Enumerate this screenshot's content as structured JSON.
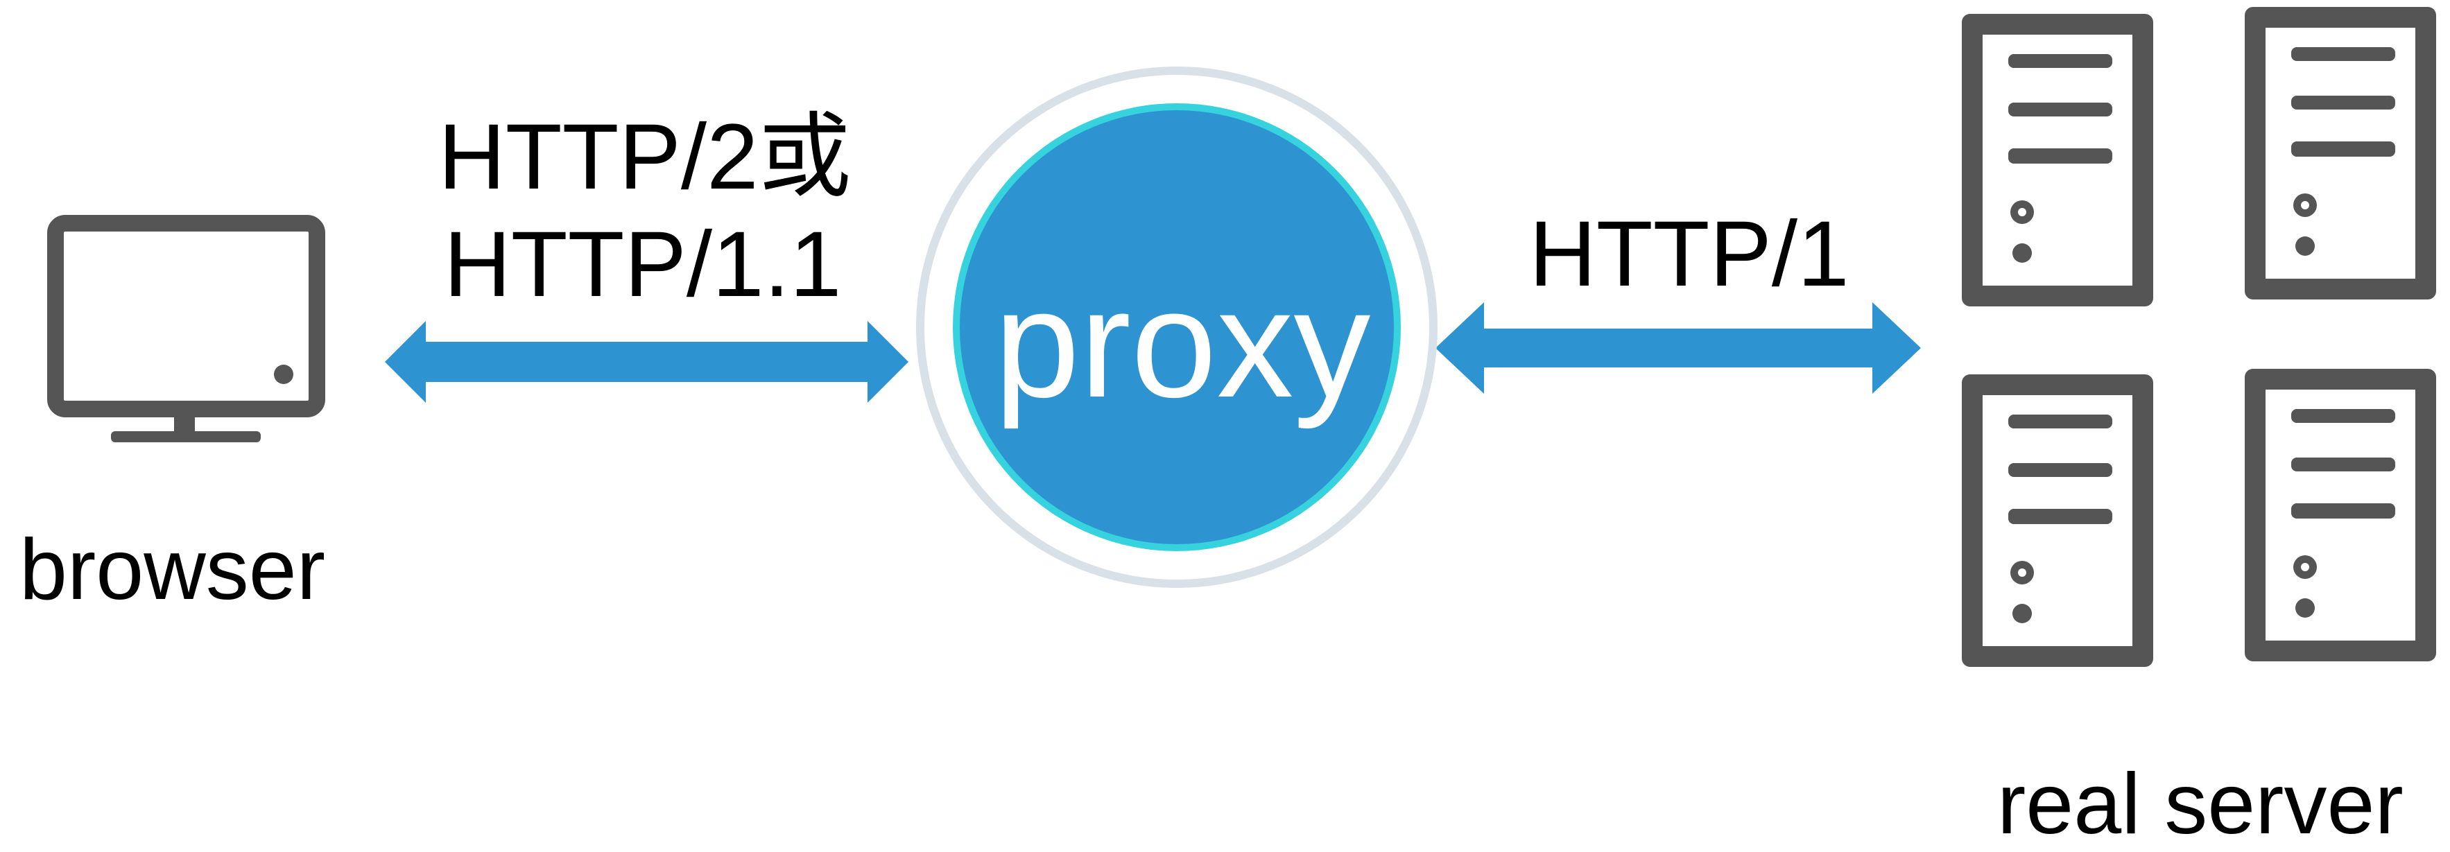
{
  "browser": {
    "label": "browser"
  },
  "proxy": {
    "label": "proxy"
  },
  "left_link": {
    "protocol_line1": "HTTP/2或",
    "protocol_line2": "HTTP/1.1"
  },
  "right_link": {
    "protocol": "HTTP/1"
  },
  "servers": {
    "label": "real server",
    "count": 4
  },
  "colors": {
    "arrow": "#2e93d1",
    "proxy_fill": "#2e93d1",
    "proxy_inner_ring": "#36d2de",
    "proxy_outer_ring": "#d9e1e8",
    "device_stroke": "#555555",
    "text": "#000000"
  }
}
